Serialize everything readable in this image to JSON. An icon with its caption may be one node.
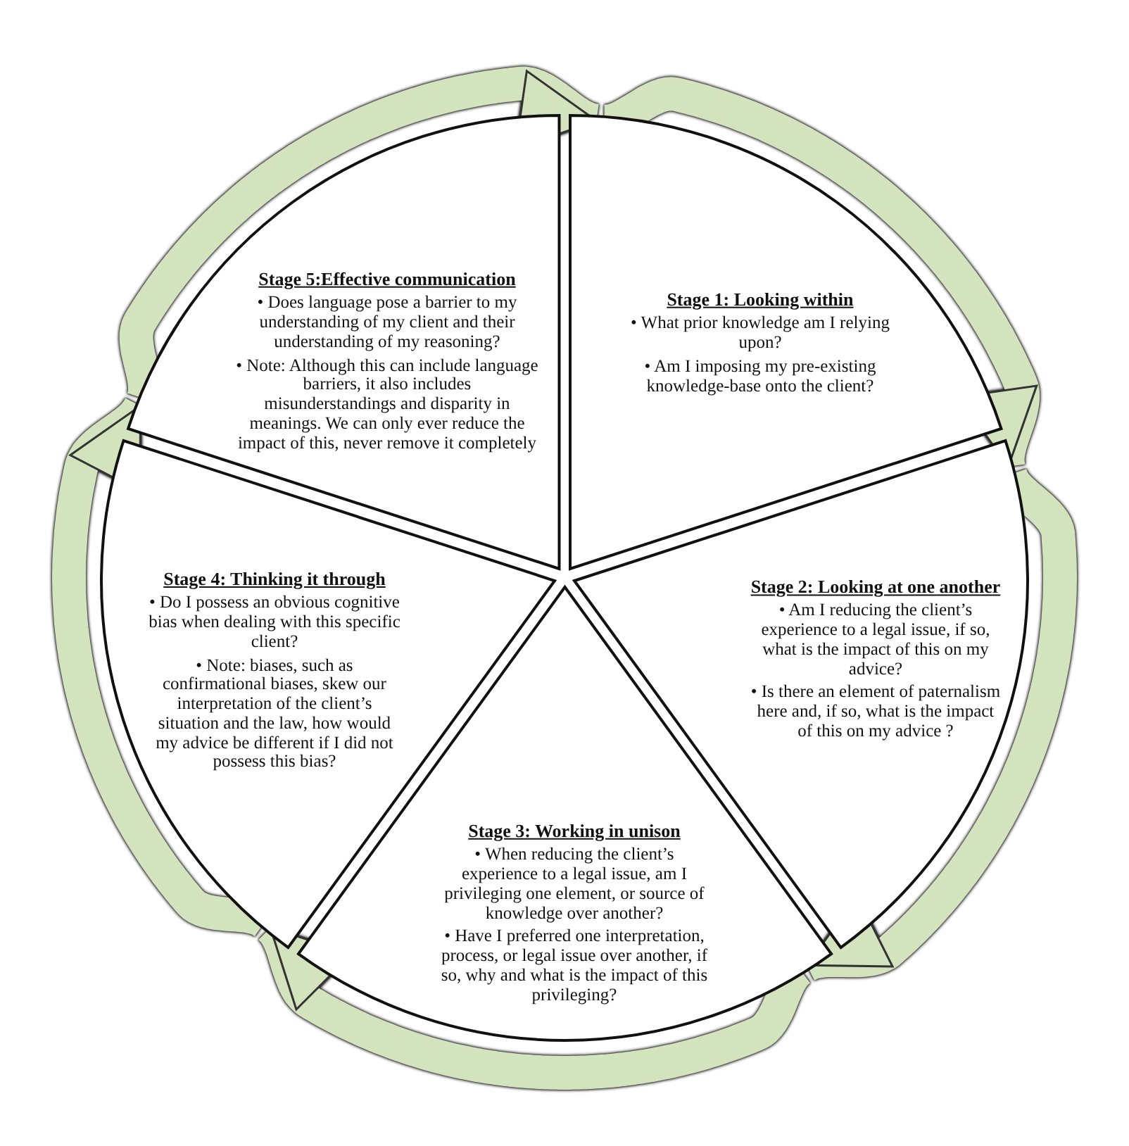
{
  "diagram": {
    "nodes": [
      {
        "text": [
          "Stage 1: Looking within",
          "• What prior knowledge am I relying upon?",
          "• Am I imposing my pre-existing knowledge-base onto the client?"
        ]
      },
      {
        "text": [
          "Stage 2: Looking at one another",
          "• Am I reducing the client’s experience to a legal issue, if so, what is the impact of this on my advice?",
          "• Is there an element of paternalism here and, if so, what is the impact of this on my advice ?"
        ]
      },
      {
        "text": [
          "Stage 3: Working in unison",
          "• When reducing the client’s experience to a legal issue, am I privileging one element, or source of knowledge over another?",
          "• Have I preferred one interpretation, process, or legal issue over another, if so, why and what is the impact of this privileging?"
        ]
      },
      {
        "text": [
          "Stage 4: Thinking it through",
          "• Do I possess an obvious cognitive bias when dealing with this specific client?",
          "• Note: biases, such as confirmational biases, skew our interpretation of the client’s situation and the law, how would my advice be different if I did not possess this bias?"
        ]
      },
      {
        "text": [
          "Stage 5:Effective communication",
          "• Does language pose a barrier to my understanding of my client and their understanding of my reasoning?",
          "• Note: Although this can include language barriers, it also includes misunderstandings and disparity in meanings. We can only ever reduce the impact of this, never remove it completely"
        ]
      }
    ],
    "edges": [
      {
        "from": 0,
        "to": 1,
        "arrow": "to"
      },
      {
        "from": 1,
        "to": 2,
        "arrow": "to"
      },
      {
        "from": 2,
        "to": 3,
        "arrow": "to"
      },
      {
        "from": 3,
        "to": 4,
        "arrow": "to"
      },
      {
        "from": 4,
        "to": 0,
        "arrow": "to"
      }
    ]
  }
}
